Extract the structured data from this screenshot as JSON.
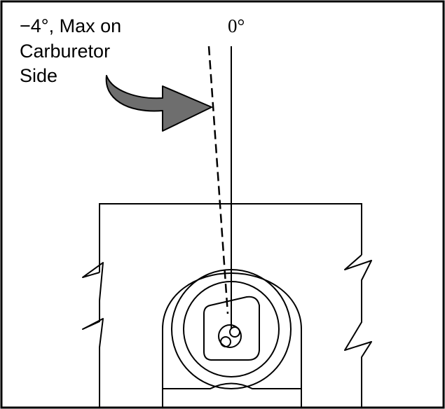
{
  "diagram": {
    "callout_lines": [
      "−4°, Max on",
      "Carburetor",
      "Side"
    ],
    "reference_label": "0°",
    "colors": {
      "ink": "#000000",
      "arrow_fill": "#6e6e6e",
      "background": "#ffffff"
    },
    "icons": {
      "callout_arrow": "curved-arrow-icon"
    }
  }
}
